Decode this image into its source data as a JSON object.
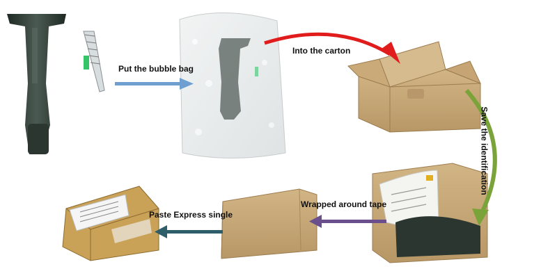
{
  "steps": {
    "bubble_bag": "Put the bubble bag",
    "into_carton": "Into the carton",
    "save_identification": "Save the identification",
    "wrapped_tape": "Wrapped around tape",
    "paste_express": "Paste Express single"
  },
  "colors": {
    "arrow_bubble": "#6f9fd0",
    "arrow_carton": "#e01c1c",
    "arrow_ident": "#7aa33a",
    "arrow_tape": "#6a4f8c",
    "arrow_express": "#2f5e6b",
    "cardboard": "#c8a878",
    "coil": "#2f3b35"
  }
}
